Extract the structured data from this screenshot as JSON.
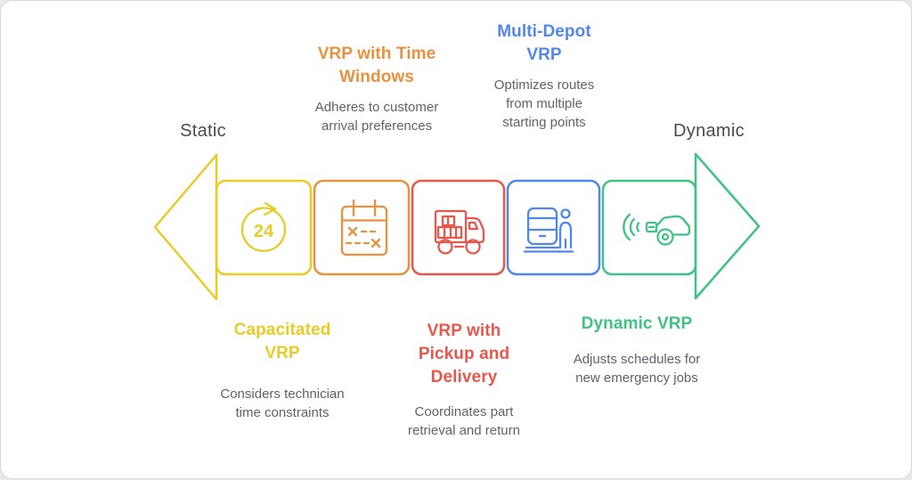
{
  "colors": {
    "yellow": "#E8CB25",
    "orange": "#E8913E",
    "red": "#E8564C",
    "blue": "#5186EC",
    "green": "#3EC384",
    "axis-label": "#4A4A4A",
    "description": "#5F6368",
    "card-border": "#D8D8D8",
    "page-bg": "#E9E9E9"
  },
  "axis": {
    "left": "Static",
    "right": "Dynamic"
  },
  "variants": [
    {
      "key": "capacitated",
      "title": "Capacitated VRP",
      "description": "Considers technician time constraints",
      "icon": "24-hour-service-icon",
      "color_name": "yellow",
      "label_position": "bottom"
    },
    {
      "key": "time-windows",
      "title": "VRP with Time Windows",
      "description": "Adheres to customer arrival preferences",
      "icon": "calendar-schedule-icon",
      "color_name": "orange",
      "label_position": "top"
    },
    {
      "key": "pickup-delivery",
      "title": "VRP with Pickup and Delivery",
      "description": "Coordinates part retrieval and return",
      "icon": "delivery-truck-icon",
      "color_name": "red",
      "label_position": "bottom"
    },
    {
      "key": "multi-depot",
      "title": "Multi-Depot VRP",
      "description": "Optimizes routes from multiple starting points",
      "icon": "depot-station-icon",
      "color_name": "blue",
      "label_position": "top"
    },
    {
      "key": "dynamic",
      "title": "Dynamic VRP",
      "description": "Adjusts schedules for new emergency jobs",
      "icon": "connected-car-icon",
      "color_name": "green",
      "label_position": "bottom"
    }
  ],
  "icon_labels": {
    "capacitated_badge": "24"
  }
}
